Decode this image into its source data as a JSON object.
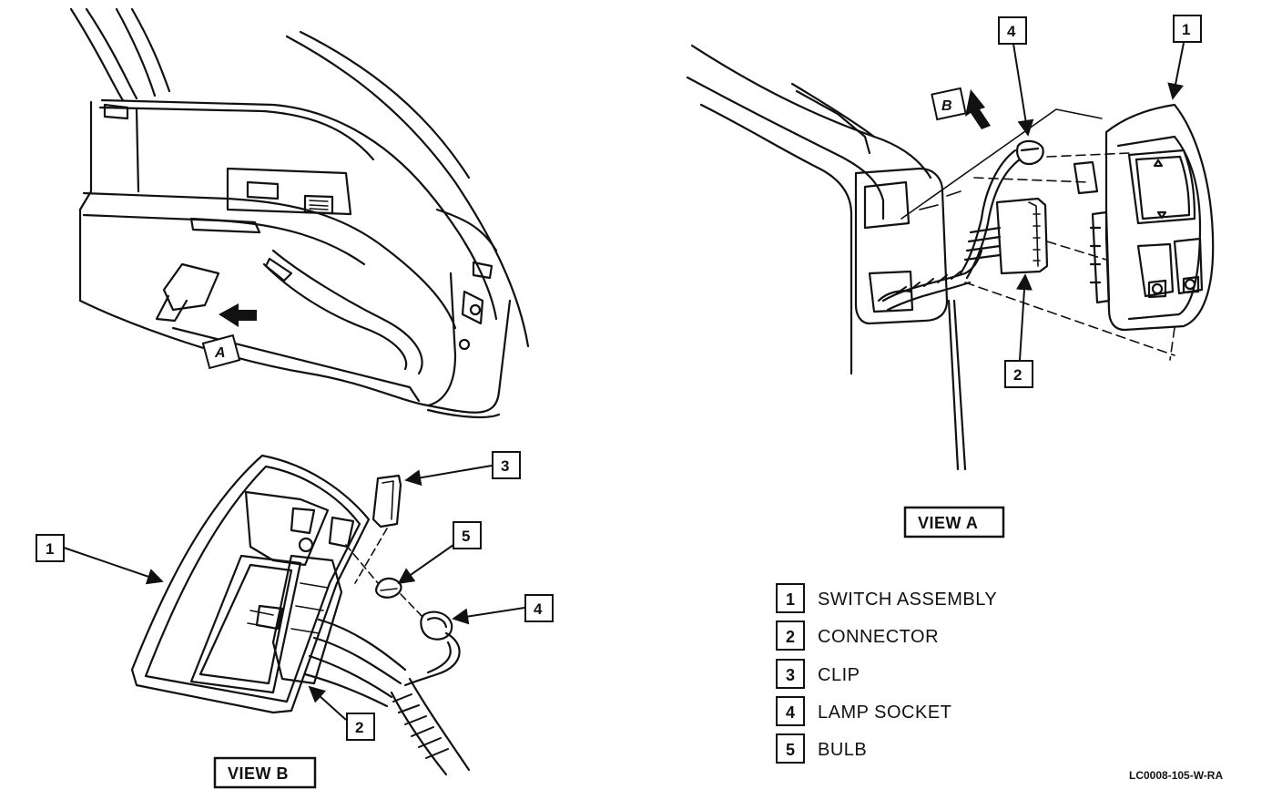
{
  "views": {
    "a_arrow_label": "A",
    "b_arrow_label": "B",
    "view_a_title": "VIEW A",
    "view_b_title": "VIEW B"
  },
  "callouts": {
    "view_a": [
      "4",
      "1",
      "2"
    ],
    "view_b": [
      "3",
      "1",
      "5",
      "4",
      "2"
    ]
  },
  "legend": [
    {
      "number": "1",
      "label": "SWITCH ASSEMBLY"
    },
    {
      "number": "2",
      "label": "CONNECTOR"
    },
    {
      "number": "3",
      "label": "CLIP"
    },
    {
      "number": "4",
      "label": "LAMP SOCKET"
    },
    {
      "number": "5",
      "label": "BULB"
    }
  ],
  "figure_code": "LC0008-105-W-RA"
}
